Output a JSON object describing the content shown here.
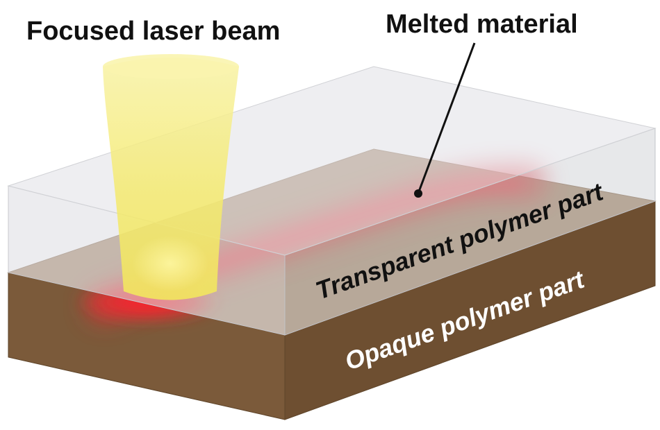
{
  "labels": {
    "laser": "Focused laser beam",
    "melted": "Melted material",
    "transparent": "Transparent polymer part",
    "opaque": "Opaque polymer part"
  },
  "colors": {
    "opaque_top": "#a58668",
    "opaque_front": "#7b5a3a",
    "opaque_right": "#6a4b2e",
    "transparent_fill": "#dcdde1",
    "laser_glow": "#f7ef83",
    "melt": "#e8202a",
    "label_dark": "#111111",
    "label_light": "#ffffff"
  }
}
